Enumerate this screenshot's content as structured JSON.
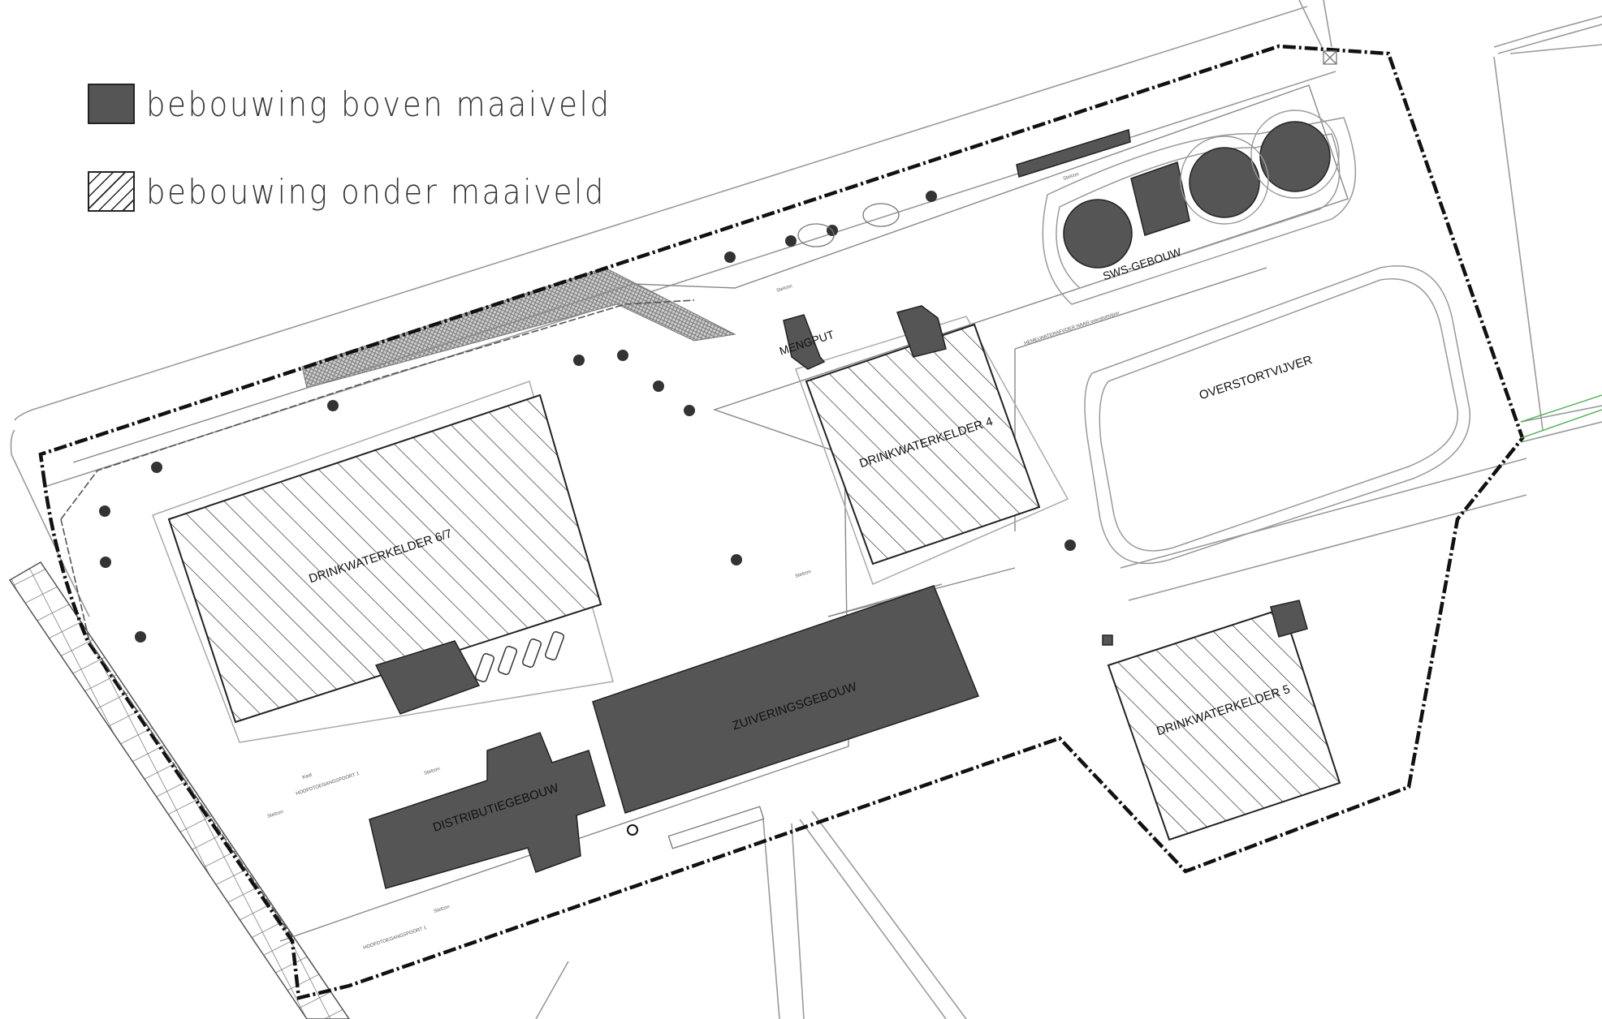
{
  "legend": [
    {
      "label": "bebouwing boven maaiveld",
      "style": "solid"
    },
    {
      "label": "bebouwing onder maaiveld",
      "style": "hatched"
    }
  ],
  "colors": {
    "building_solid": "#555555",
    "outline": "#111111",
    "road": "#9a9a9a",
    "green_line": "#4caf50"
  },
  "labels": {
    "drinkwaterkelder_67": "DRINKWATERKELDER 6/7",
    "drinkwaterkelder_4": "DRINKWATERKELDER 4",
    "drinkwaterkelder_5": "DRINKWATERKELDER 5",
    "zuiveringsgebouw": "ZUIVERINGSGEBOUW",
    "distributiegebouw": "DISTRIBUTIEGEBOUW",
    "mengput": "MENGPUT",
    "sws_gebouw": "SWS-GEBOUW",
    "overstortvijver": "OVERSTORTVIJVER"
  },
  "small_labels": {
    "stelcon": "Stelcon",
    "hoofdtoegangspoort": "HOOFDTOEGANGSPOORT 1",
    "hemelwaterafvoer": "HEMELWATERAFVOER NAAR overstortvijver",
    "kast": "Kast"
  }
}
